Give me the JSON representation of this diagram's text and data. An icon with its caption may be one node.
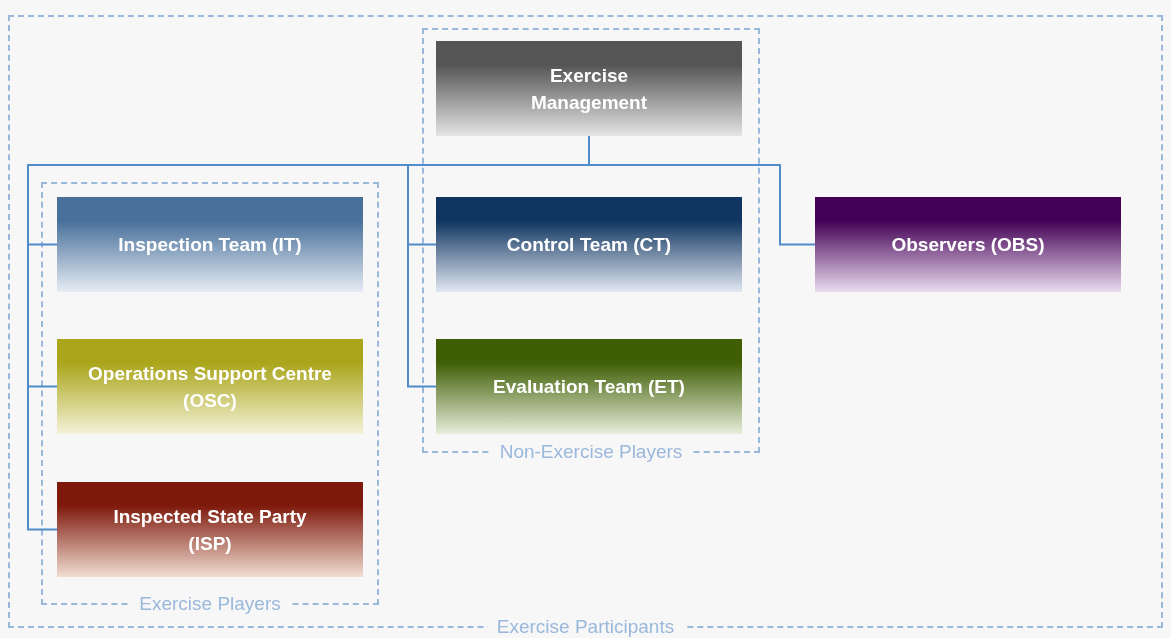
{
  "diagram": {
    "nodes": [
      {
        "text": [
          "Exercise Participants"
        ]
      },
      {
        "text": [
          "Non-Exercise Players"
        ],
        "in": 0
      },
      {
        "text": [
          "Exercise Management"
        ],
        "in": 1
      },
      {
        "text": [
          "Exercise Players"
        ],
        "in": 0
      },
      {
        "text": [
          "Inspection Team (IT)"
        ],
        "in": 3
      },
      {
        "text": [
          "Operations Support Centre (OSC)"
        ],
        "in": 3
      },
      {
        "text": [
          "Inspected State Party (ISP)"
        ],
        "in": 3
      },
      {
        "text": [
          "Control Team (CT)"
        ],
        "in": 1
      },
      {
        "text": [
          "Evaluation Team (ET)"
        ],
        "in": 1
      },
      {
        "text": [
          "Observers (OBS)"
        ],
        "in": 0
      }
    ],
    "edges": [
      {
        "from": 2,
        "to": 4,
        "arrow": "none"
      },
      {
        "from": 2,
        "to": 5,
        "arrow": "none"
      },
      {
        "from": 2,
        "to": 6,
        "arrow": "none"
      },
      {
        "from": 2,
        "to": 7,
        "arrow": "none"
      },
      {
        "from": 2,
        "to": 8,
        "arrow": "none"
      },
      {
        "from": 2,
        "to": 9,
        "arrow": "none"
      }
    ]
  }
}
